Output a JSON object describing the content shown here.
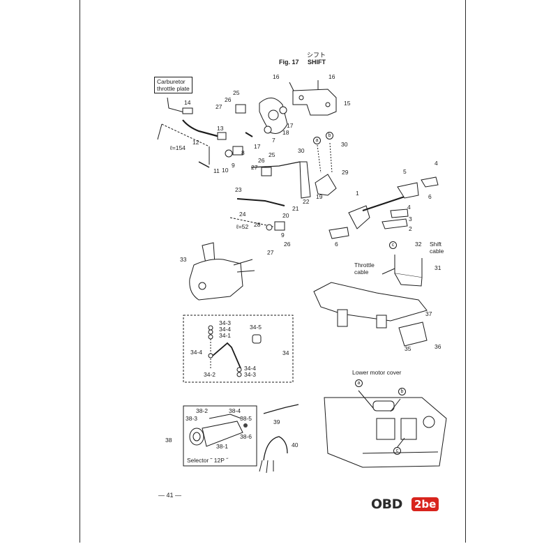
{
  "header": {
    "fig_label": "Fig. 17",
    "title_jp": "シフト",
    "title_en": "SHIFT"
  },
  "callouts": {
    "carburetor": "Carburetor\nthrottle plate",
    "throttle_cable": "Throttle\ncable",
    "shift_cable": "Shift\ncable",
    "lower_motor_cover": "Lower motor cover",
    "selector": "Selector ˜ 12P ˝",
    "len_154": "ℓ=154",
    "len_52": "ℓ=52"
  },
  "circle_refs": {
    "a": "a",
    "b": "b",
    "c": "c"
  },
  "part_numbers": {
    "p1": "1",
    "p2": "2",
    "p3": "3",
    "p4a": "4",
    "p4b": "4",
    "p5": "5",
    "p6a": "6",
    "p6b": "6",
    "p7": "7",
    "p8": "8",
    "p9a": "9",
    "p9b": "9",
    "p10": "10",
    "p11": "11",
    "p12": "12",
    "p13": "13",
    "p14": "14",
    "p15": "15",
    "p16a": "16",
    "p16b": "16",
    "p17a": "17",
    "p17b": "17",
    "p18": "18",
    "p19": "19",
    "p20": "20",
    "p21": "21",
    "p22": "22",
    "p23": "23",
    "p24": "24",
    "p25a": "25",
    "p25b": "25",
    "p26a": "26",
    "p26b": "26",
    "p26c": "26",
    "p27a": "27",
    "p27b": "27",
    "p27c": "27",
    "p28": "28",
    "p29": "29",
    "p30a": "30",
    "p30b": "30",
    "p31": "31",
    "p32": "32",
    "p33": "33",
    "p34": "34",
    "p34_1": "34-1",
    "p34_2": "34-2",
    "p34_3a": "34-3",
    "p34_3b": "34-3",
    "p34_4a": "34-4",
    "p34_4b": "34-4",
    "p34_4c": "34-4",
    "p34_5": "34-5",
    "p35": "35",
    "p36": "36",
    "p37": "37",
    "p38": "38",
    "p38_1": "38-1",
    "p38_2": "38-2",
    "p38_3": "38-3",
    "p38_4": "38-4",
    "p38_5": "38-5",
    "p38_6": "38-6",
    "p39": "39",
    "p40": "40"
  },
  "footer": {
    "page_number": "— 41 —",
    "logo_left": "OBD",
    "logo_right": "2be"
  }
}
